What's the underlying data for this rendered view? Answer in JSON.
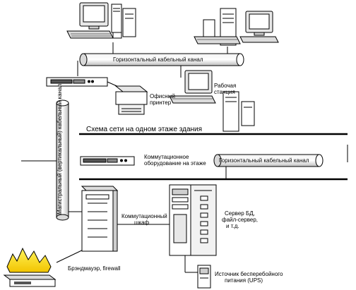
{
  "diagram": {
    "title": "Схема сети на одном этаже здания",
    "labels": {
      "horizontal_cable_top": "Горизонтальный кабельный канал",
      "horizontal_cable_mid": "Горизонтальный кабельный канал",
      "vertical_cable": "Магистральный (вертикальный) кабельный канал",
      "office_printer_1": "Офисный",
      "office_printer_2": "принтер",
      "workstation_1": "Рабочая",
      "workstation_2": "станция",
      "floor_switch_1": "Коммутационное",
      "floor_switch_2": "оборудование на этаже",
      "cabinet_1": "Коммутационный",
      "cabinet_2": "шкаф",
      "server_1": "Сервер БД,",
      "server_2": "файл-сервер,",
      "server_3": "и т.д.",
      "ups_1": "Источник бесперебойного",
      "ups_2": "питания (UPS)",
      "firewall": "Брэндмауэр, firewall"
    }
  }
}
